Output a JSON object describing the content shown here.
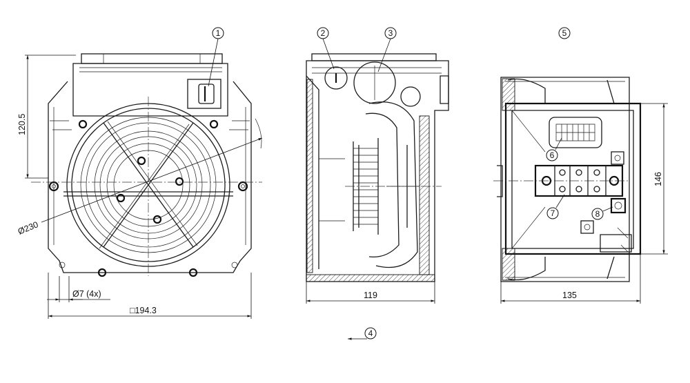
{
  "dimensions": {
    "height_front": "120.5",
    "diameter": "Ø230",
    "holes": "Ø7 (4x)",
    "width_front": "□194.3",
    "depth_side": "119",
    "width_rear": "135",
    "height_rear": "146"
  },
  "callouts": [
    "1",
    "2",
    "3",
    "4",
    "5",
    "6",
    "7",
    "8"
  ]
}
